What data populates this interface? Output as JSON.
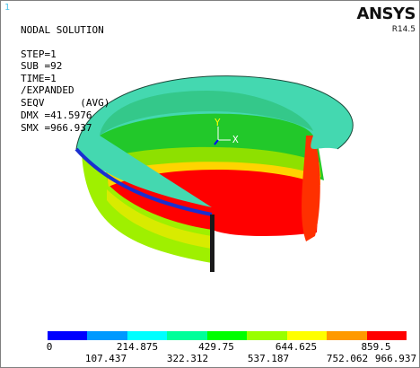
{
  "window": {
    "number": "1"
  },
  "brand": {
    "logo": "ANSYS",
    "version": "R14.5"
  },
  "info": {
    "title": "NODAL SOLUTION",
    "lines": [
      "STEP=1",
      "SUB =92",
      "TIME=1",
      "/EXPANDED",
      "SEQV      (AVG)",
      "DMX =41.5976",
      "SMX =966.937"
    ]
  },
  "triad": {
    "y": "Y",
    "x": "X"
  },
  "legend": {
    "colors": [
      "#0000ff",
      "#0099ff",
      "#00ffff",
      "#00ff99",
      "#00ff00",
      "#99ff00",
      "#ffff00",
      "#ff9900",
      "#ff0000"
    ],
    "top_labels": [
      "0",
      "214.875",
      "429.75",
      "644.625",
      "859.5"
    ],
    "bottom_labels": [
      "107.437",
      "322.312",
      "537.187",
      "752.062",
      "966.937"
    ]
  }
}
